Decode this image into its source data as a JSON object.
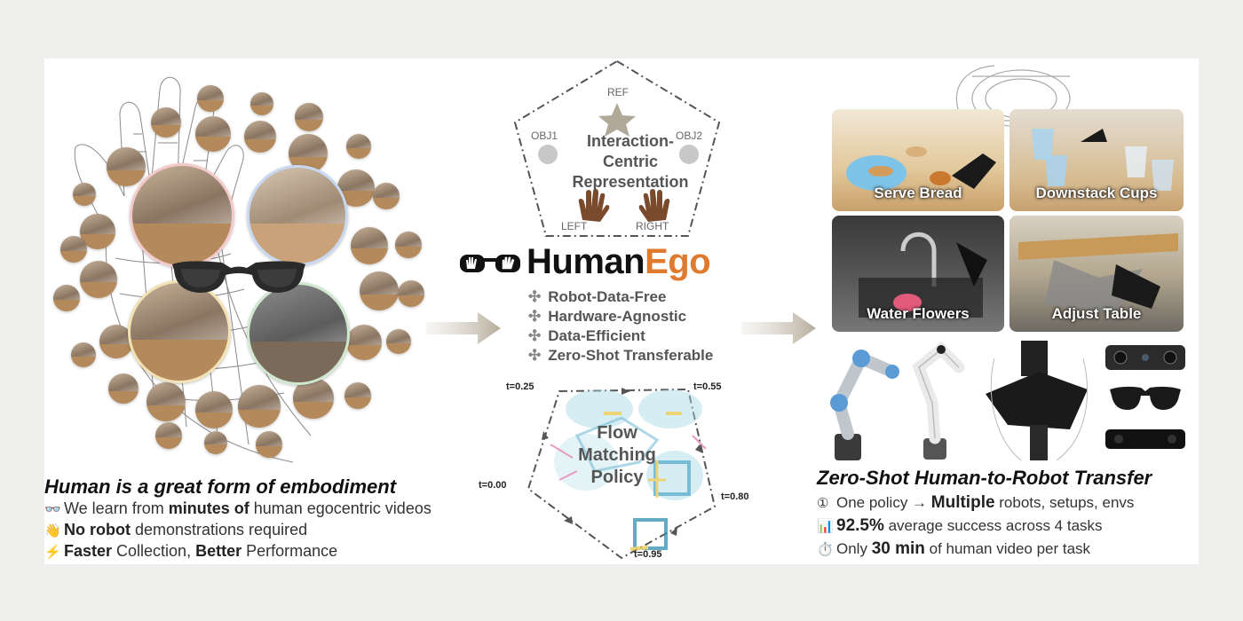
{
  "left": {
    "title": "Human is a great form of embodiment",
    "lines": [
      {
        "icon": "👓",
        "pre": "We learn from ",
        "bold": "minutes of",
        "post": " human egocentric videos"
      },
      {
        "icon": "👋",
        "pre": "",
        "bold": "No robot",
        "post": " demonstrations required"
      },
      {
        "icon": "⚡",
        "pre": "",
        "bold": "Faster",
        "post": " Collection, ",
        "bold2": "Better",
        "post2": " Performance"
      }
    ]
  },
  "center": {
    "representation": {
      "title_line1": "Interaction-",
      "title_line2": "Centric",
      "title_line3": "Representation",
      "ref": "REF",
      "obj1": "OBJ1",
      "obj2": "OBJ2",
      "left": "LEFT",
      "right": "RIGHT"
    },
    "brand": {
      "part1": "Human",
      "part2": "Ego",
      "color1": "#111111",
      "color2": "#e07a2e"
    },
    "features": [
      {
        "mark": "✣",
        "text": "Robot-Data-Free"
      },
      {
        "mark": "✣",
        "text": "Hardware-Agnostic"
      },
      {
        "mark": "✣",
        "text": "Data-Efficient"
      },
      {
        "mark": "✣",
        "text": "Zero-Shot Transferable"
      }
    ],
    "flow": {
      "title_line1": "Flow",
      "title_line2": "Matching",
      "title_line3": "Policy",
      "t0": "t=0.00",
      "t1": "t=0.25",
      "t2": "t=0.55",
      "t3": "t=0.80",
      "t4": "t=0.95"
    }
  },
  "right": {
    "tasks": [
      "Serve Bread",
      "Downstack Cups",
      "Water Flowers",
      "Adjust Table"
    ],
    "title": "Zero-Shot Human-to-Robot Transfer",
    "lines": [
      {
        "icon": "①",
        "pre": "One policy → ",
        "bold": "Multiple",
        "post": " robots, setups, envs"
      },
      {
        "icon": "📊",
        "pre": "",
        "bold": "92.5%",
        "post": " average success across 4 tasks"
      },
      {
        "icon": "⏱️",
        "pre": "Only ",
        "bold": "30 min",
        "post": " of human video per task"
      }
    ]
  }
}
